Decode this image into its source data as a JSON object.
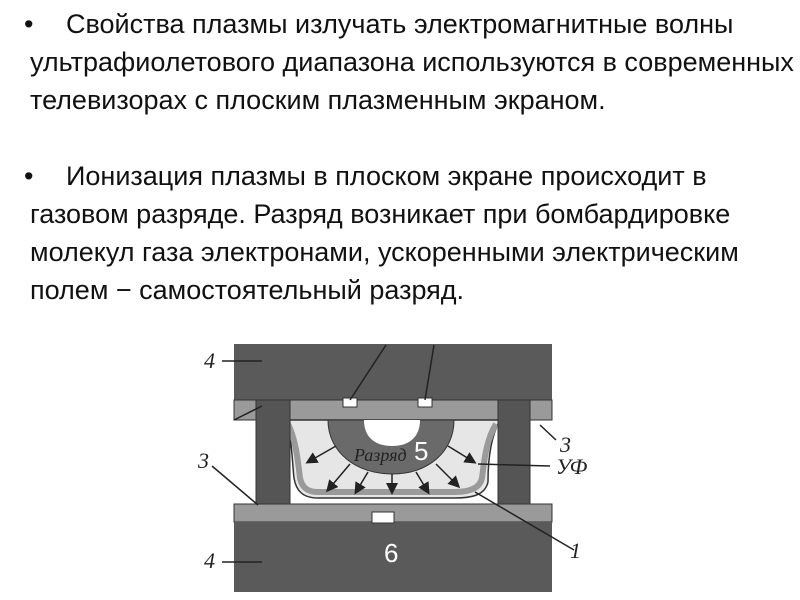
{
  "paragraphs": [
    {
      "bullet": "•",
      "text": "Свойства плазмы излучать электромагнитные волны ультрафиолетового диапазона используются в современных телевизорах с плоским плазменным экраном."
    },
    {
      "bullet": "•",
      "text": "Ионизация плазмы в плоском экране происходит в газовом разряде. Разряд возникает при бомбардировке молекул газа электронами, ускоренными электрическим полем − самостоятельный разряд."
    }
  ],
  "diagram": {
    "label_4_top": "4",
    "label_4_bottom": "4",
    "label_3_left": "3",
    "label_3_right": "3",
    "label_1": "1",
    "label_uv": "УФ",
    "label_discharge": "Разряд",
    "label_5": "5",
    "label_6": "6"
  },
  "colors": {
    "text": "#111111",
    "plate": "#5a5a5a",
    "plate_dark": "#454545",
    "layer": "#9a9a9a",
    "cell": "#dcdcdc"
  }
}
